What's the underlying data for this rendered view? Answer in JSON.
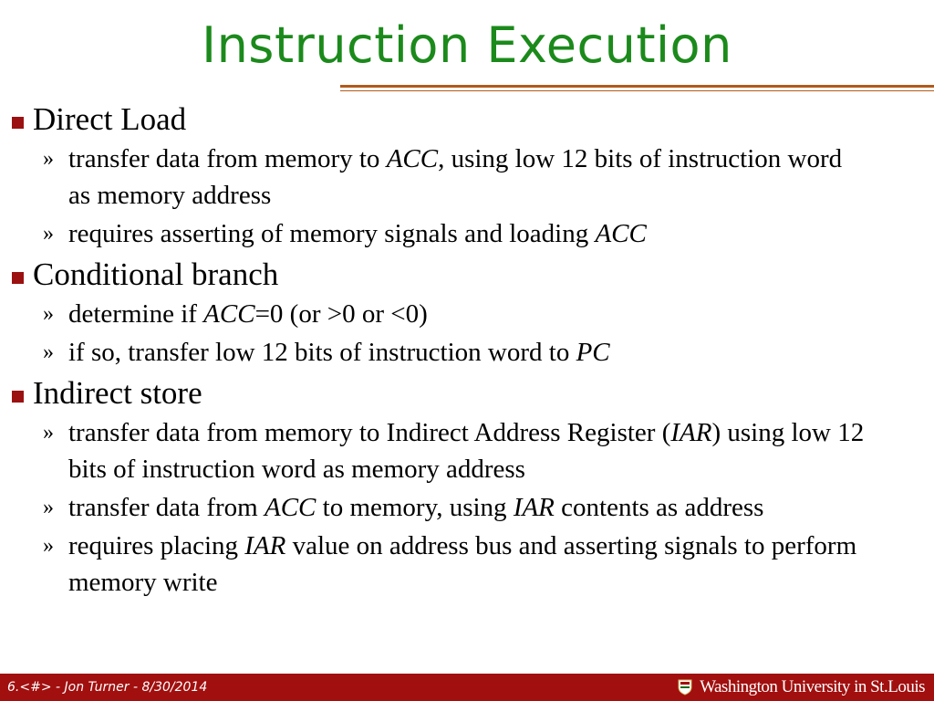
{
  "colors": {
    "title": "#1b8a1b",
    "bullet": "#9b1111",
    "rule": "#b35a1a",
    "footer_bg": "#a10f0f"
  },
  "title": "Instruction Execution",
  "sections": [
    {
      "heading": "Direct Load",
      "items": [
        [
          {
            "t": "transfer data from memory to "
          },
          {
            "t": "ACC",
            "i": true
          },
          {
            "t": ", using low 12 bits of instruction word as memory address"
          }
        ],
        [
          {
            "t": "requires asserting of memory signals and loading "
          },
          {
            "t": "ACC",
            "i": true
          }
        ]
      ]
    },
    {
      "heading": "Conditional branch",
      "items": [
        [
          {
            "t": "determine if "
          },
          {
            "t": "ACC",
            "i": true
          },
          {
            "t": "=0 (or >0 or <0)"
          }
        ],
        [
          {
            "t": "if so, transfer low 12 bits of instruction word to "
          },
          {
            "t": "PC",
            "i": true
          }
        ]
      ]
    },
    {
      "heading": "Indirect store",
      "items": [
        [
          {
            "t": "transfer data from memory to Indirect Address Register ("
          },
          {
            "t": "IAR",
            "i": true
          },
          {
            "t": ") using low 12 bits of instruction word as memory address"
          }
        ],
        [
          {
            "t": "transfer data from "
          },
          {
            "t": "ACC",
            "i": true
          },
          {
            "t": " to memory, using "
          },
          {
            "t": "IAR",
            "i": true
          },
          {
            "t": " contents as address"
          }
        ],
        [
          {
            "t": "requires placing "
          },
          {
            "t": "IAR",
            "i": true
          },
          {
            "t": " value on address bus and asserting signals to perform memory write"
          }
        ]
      ]
    }
  ],
  "sub_marker": "»",
  "footer": {
    "left": "6.<#> - Jon Turner - 8/30/2014",
    "logo_text": "Washington University in St.Louis",
    "logo_icon": "shield-icon"
  }
}
